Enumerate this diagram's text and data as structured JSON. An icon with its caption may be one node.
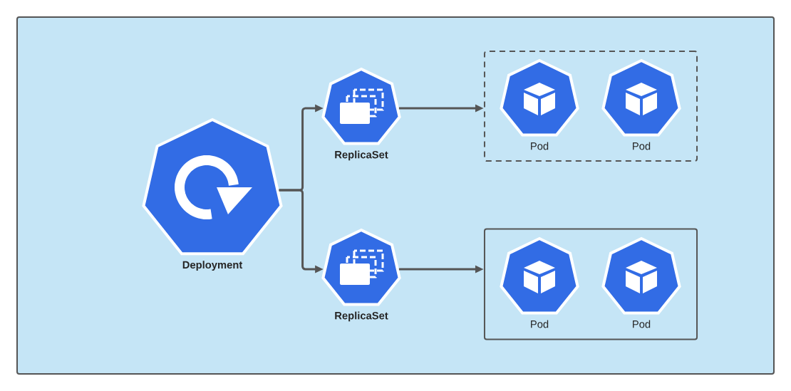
{
  "diagram": {
    "nodes": [
      {
        "text": [
          "Deployment"
        ]
      },
      {
        "text": [
          "ReplicaSet"
        ]
      },
      {
        "text": [],
        "shape": "box"
      },
      {
        "text": [
          "Pod"
        ],
        "in": 2
      },
      {
        "text": [
          "Pod"
        ],
        "in": 2
      },
      {
        "text": [
          "ReplicaSet"
        ]
      },
      {
        "text": [],
        "shape": "box"
      },
      {
        "text": [
          "Pod"
        ],
        "in": 6
      },
      {
        "text": [
          "Pod"
        ],
        "in": 6
      }
    ],
    "edges": [
      {
        "from": 0,
        "to": 1,
        "arrow": "to"
      },
      {
        "from": 0,
        "to": 5,
        "arrow": "to"
      },
      {
        "from": 1,
        "to": 2,
        "arrow": "to"
      },
      {
        "from": 5,
        "to": 6,
        "arrow": "to"
      }
    ]
  }
}
